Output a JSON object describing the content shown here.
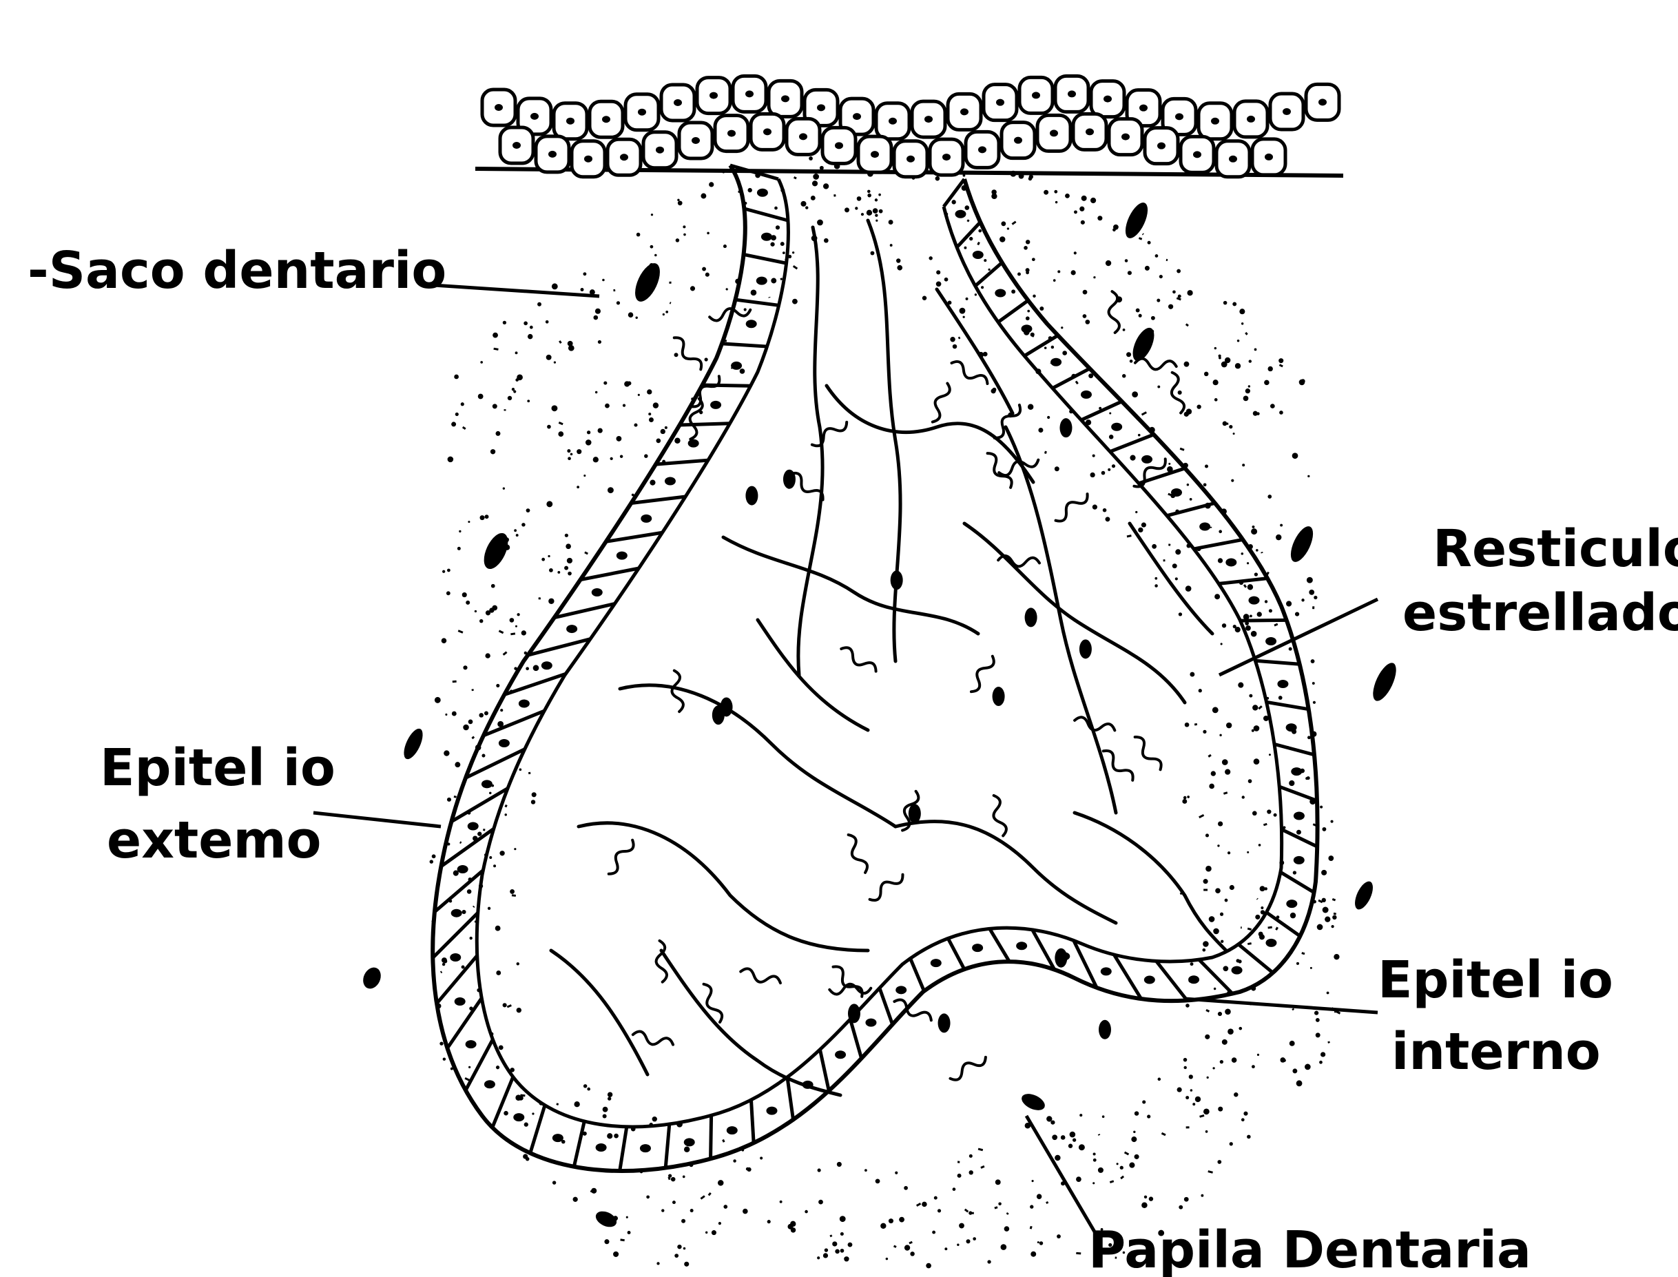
{
  "labels": {
    "saco": "-Saco dentario",
    "resticulo_1": "Resticulo",
    "resticulo_2": "estrellado",
    "ext_1": "Epitel io",
    "ext_2": "extemo",
    "int_1": "Epitel io",
    "int_2": "interno",
    "papila": "Papila Dentaria"
  },
  "colors": {
    "ink": "#000000",
    "paper": "#ffffff"
  }
}
